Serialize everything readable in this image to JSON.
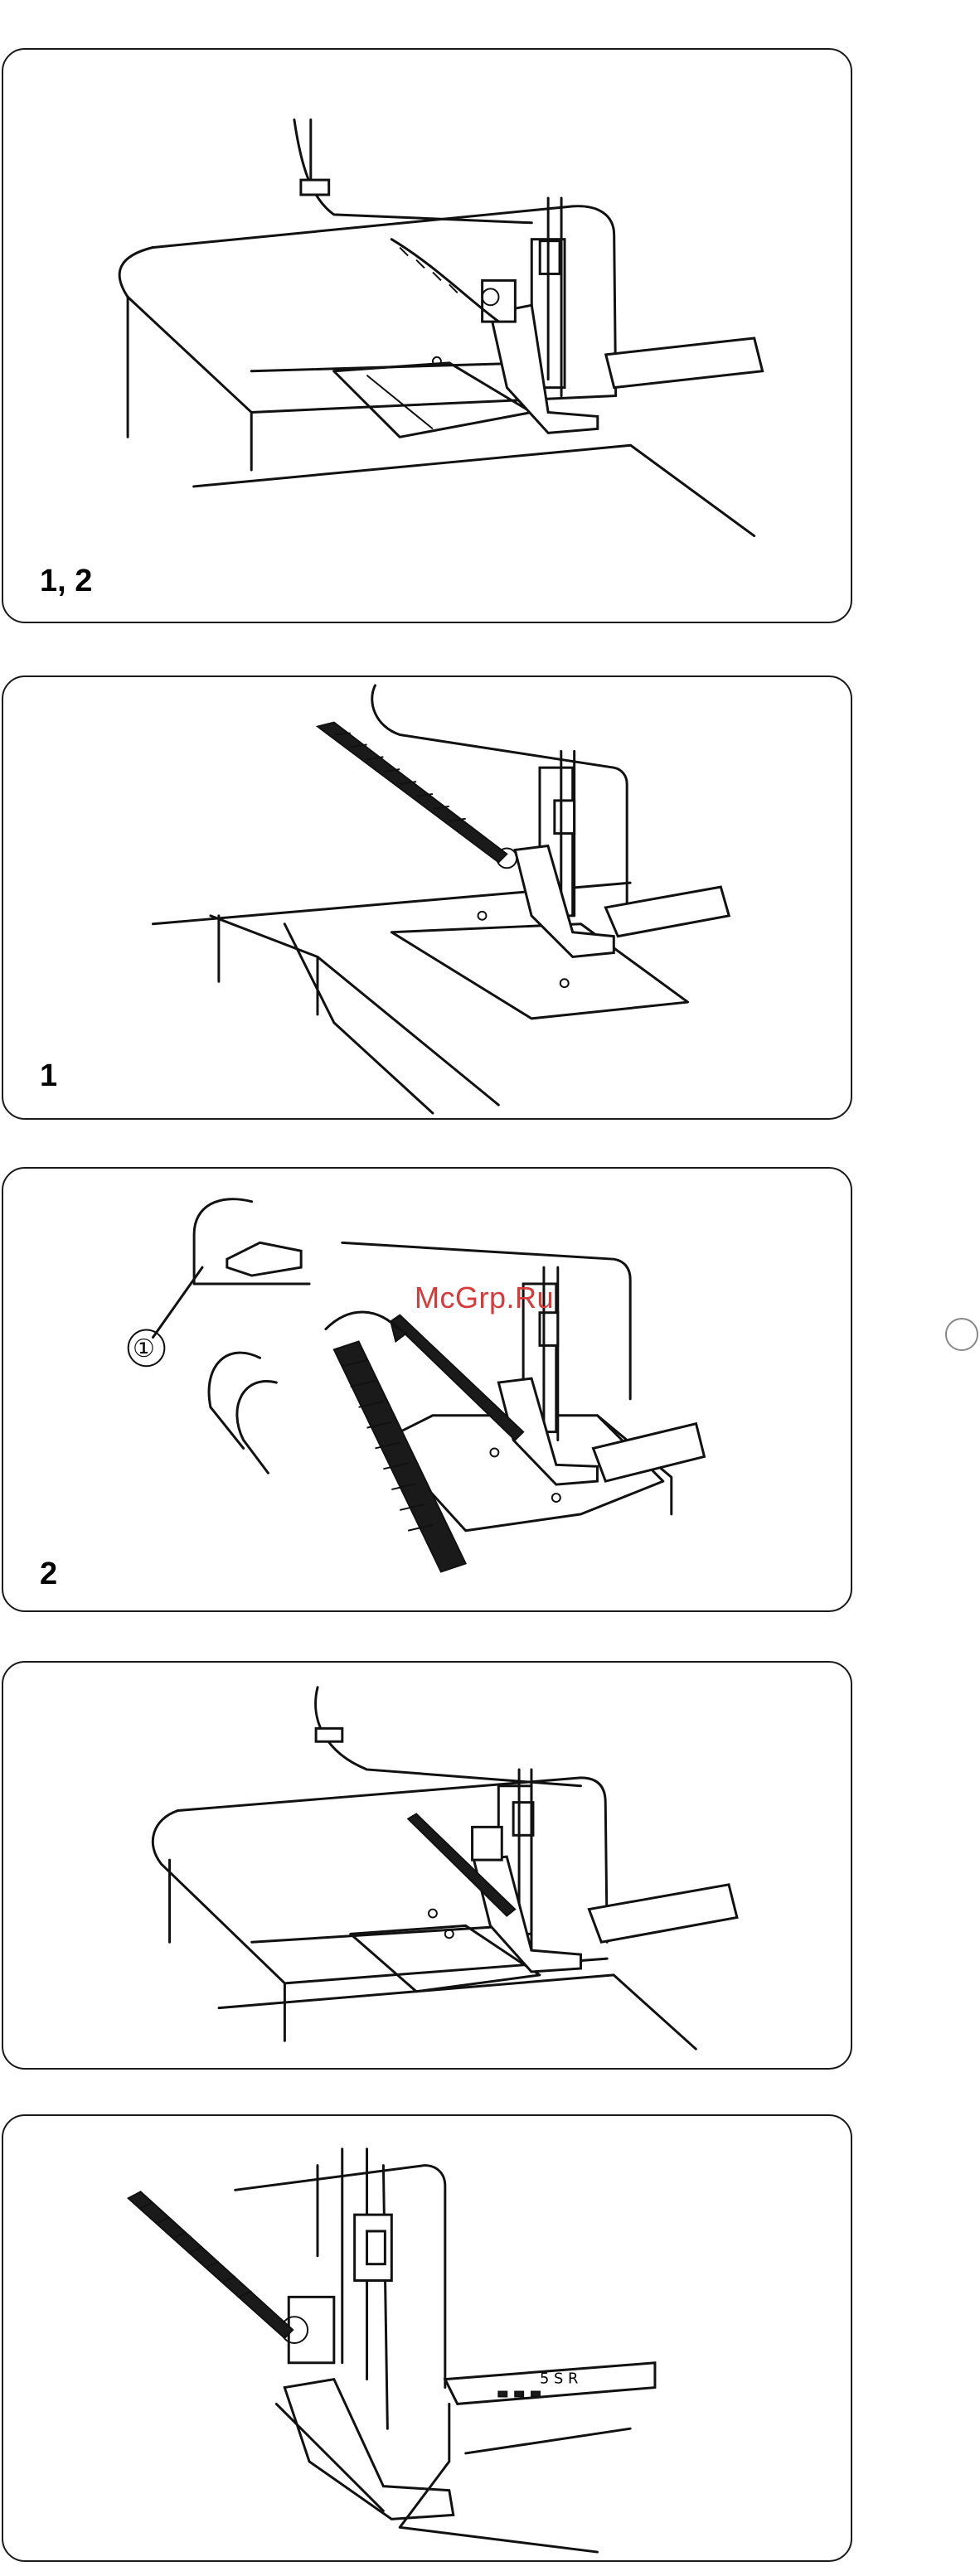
{
  "panels": [
    {
      "label": "1, 2"
    },
    {
      "label": "1"
    },
    {
      "label": "2",
      "callout": "①"
    },
    {
      "label": ""
    },
    {
      "label": ""
    }
  ],
  "watermark": "McGrp.Ru",
  "plate_markings": "5 S R"
}
